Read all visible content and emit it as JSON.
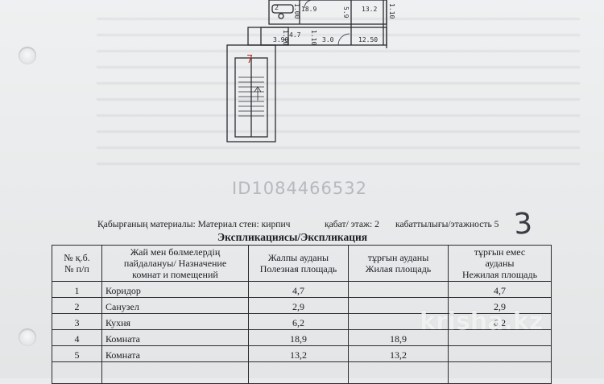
{
  "plan": {
    "dimension_labels": [
      "18.9",
      "13.2",
      "3.90",
      "4.7",
      "3.0",
      "12.50",
      "5.9",
      "1.00",
      "1.10",
      "1.10",
      "1.10"
    ],
    "room_labels": [
      "2",
      "7"
    ]
  },
  "document": {
    "watermark_id": "ID1084466532",
    "wall_material": "Қабырғаның материалы: Материал стен: кирпич",
    "floor": "қабат/ этаж: 2",
    "floors_total": "кабаттылығы/этажность 5",
    "handwritten_mark": "3",
    "table_title": "Экспликациясы/Экспликация"
  },
  "table": {
    "headers": [
      [
        "№ қ.б.",
        "№ п/п"
      ],
      [
        "Жай мен бөлмелердің",
        "пайдалануы/ Назначение",
        "комнат и помещений"
      ],
      [
        "Жалпы ауданы",
        "Полезная площадь"
      ],
      [
        "тұрғын ауданы",
        "Жилая площадь"
      ],
      [
        "тұрғын емес",
        "ауданы",
        "Нежилая площадь"
      ]
    ],
    "rows": [
      {
        "num": "1",
        "name": "Коридор",
        "total": "4,7",
        "living": "",
        "nonliving": "4,7"
      },
      {
        "num": "2",
        "name": "Санузел",
        "total": "2,9",
        "living": "",
        "nonliving": "2,9"
      },
      {
        "num": "3",
        "name": "Кухня",
        "total": "6,2",
        "living": "",
        "nonliving": "6,2"
      },
      {
        "num": "4",
        "name": "Комната",
        "total": "18,9",
        "living": "18,9",
        "nonliving": ""
      },
      {
        "num": "5",
        "name": "Комната",
        "total": "13,2",
        "living": "13,2",
        "nonliving": ""
      }
    ]
  },
  "watermark": {
    "site": "krisha.kz"
  }
}
